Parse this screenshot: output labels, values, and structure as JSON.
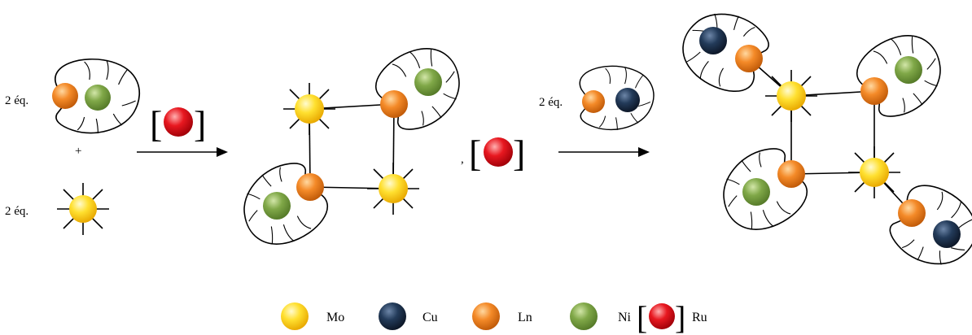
{
  "labels": {
    "eq_ni_ligand": "2 éq.",
    "plus": "+",
    "eq_mo": "2 éq.",
    "eq_cu_ligand": "2 éq.",
    "comma": ","
  },
  "legend": {
    "mo": "Mo",
    "cu": "Cu",
    "ln": "Ln",
    "ni": "Ni",
    "ru": "Ru"
  },
  "colors": {
    "mo": "#ffd21a",
    "cu": "#1f3550",
    "ln": "#f08020",
    "ni": "#78a040",
    "ru": "#e01018"
  }
}
